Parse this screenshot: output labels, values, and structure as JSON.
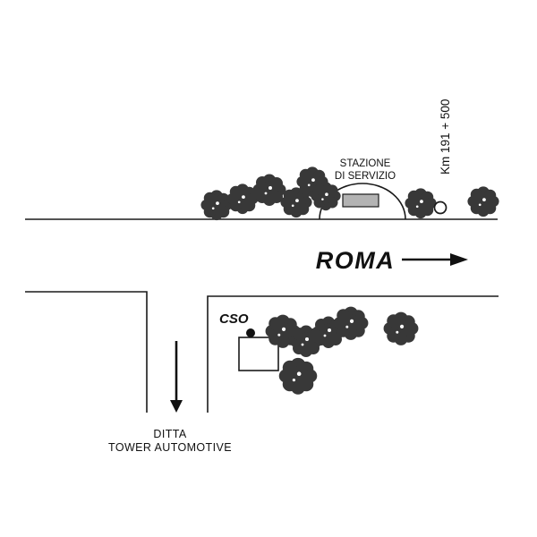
{
  "map": {
    "background": "#ffffff",
    "colors": {
      "road_line": "#1a1a1a",
      "tree": "#383838",
      "building_fill": "#b3b3b3",
      "text": "#111111"
    },
    "labels": {
      "station_line1": "STAZIONE",
      "station_line2": "DI SERVIZIO",
      "km_marker": "Km 191 + 500",
      "destination": "ROMA",
      "cso": "CSO",
      "company_line1": "DITTA",
      "company_line2": "TOWER AUTOMOTIVE"
    }
  }
}
